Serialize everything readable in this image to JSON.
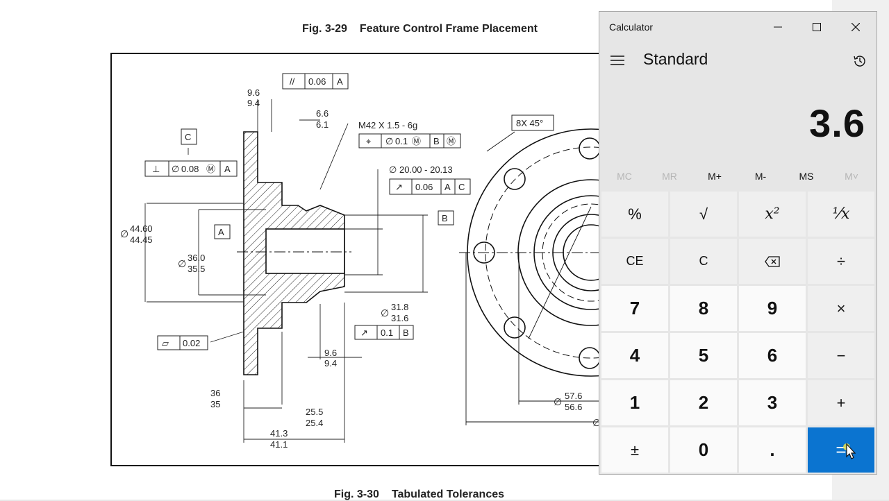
{
  "document": {
    "figure_top_number": "Fig. 3-29",
    "figure_top_title": "Feature Control Frame Placement",
    "figure_bottom_number": "Fig. 3-30",
    "figure_bottom_title": "Tabulated Tolerances",
    "drawing_labels": {
      "d_96_94_top_a": "9.6",
      "d_96_94_top_b": "9.4",
      "fcf_parallel_value": "0.06",
      "fcf_parallel_datum": "A",
      "d_66_61_a": "6.6",
      "d_66_61_b": "6.1",
      "thread_callout": "M42  X  1.5 - 6g",
      "fcf_position_value": "0.1",
      "fcf_position_datum": "B",
      "datum_c": "C",
      "fcf_perp_value": "0.08",
      "fcf_perp_datum": "A",
      "dia_20": "20.00 - 20.13",
      "fcf_runout_value": "0.06",
      "fcf_runout_datum_a": "A",
      "fcf_runout_datum_c": "C",
      "datum_b": "B",
      "datum_a": "A",
      "dia_4460": "44.60",
      "dia_4445": "44.45",
      "dia_360": "36.0",
      "dia_355": "35.5",
      "dia_318": "31.8",
      "dia_316": "31.6",
      "fcf_runout2_value": "0.1",
      "fcf_runout2_datum": "B",
      "flatness_value": "0.02",
      "d_96_94_bottom_a": "9.6",
      "d_96_94_bottom_b": "9.4",
      "d_36": "36",
      "d_35": "35",
      "d_255": "25.5",
      "d_254": "25.4",
      "d_413": "41.3",
      "d_411": "41.1",
      "chamfer": "8X  45°",
      "dia_576": "57.6",
      "dia_566": "56.6",
      "dia_sym": "∅"
    }
  },
  "calculator": {
    "app_title": "Calculator",
    "mode": "Standard",
    "display": "3.6",
    "memory": [
      "MC",
      "MR",
      "M+",
      "M-",
      "MS",
      "M˅"
    ],
    "memory_enabled": [
      false,
      false,
      true,
      true,
      true,
      false
    ],
    "keys": {
      "percent": "%",
      "sqrt": "√",
      "square": "x²",
      "reciprocal": "⅟x",
      "ce": "CE",
      "c": "C",
      "divide": "÷",
      "seven": "7",
      "eight": "8",
      "nine": "9",
      "multiply": "×",
      "four": "4",
      "five": "5",
      "six": "6",
      "minus": "−",
      "one": "1",
      "two": "2",
      "three": "3",
      "plus": "+",
      "negate": "±",
      "zero": "0",
      "decimal": ".",
      "equals": "="
    },
    "accent_color": "#0b74d0"
  }
}
